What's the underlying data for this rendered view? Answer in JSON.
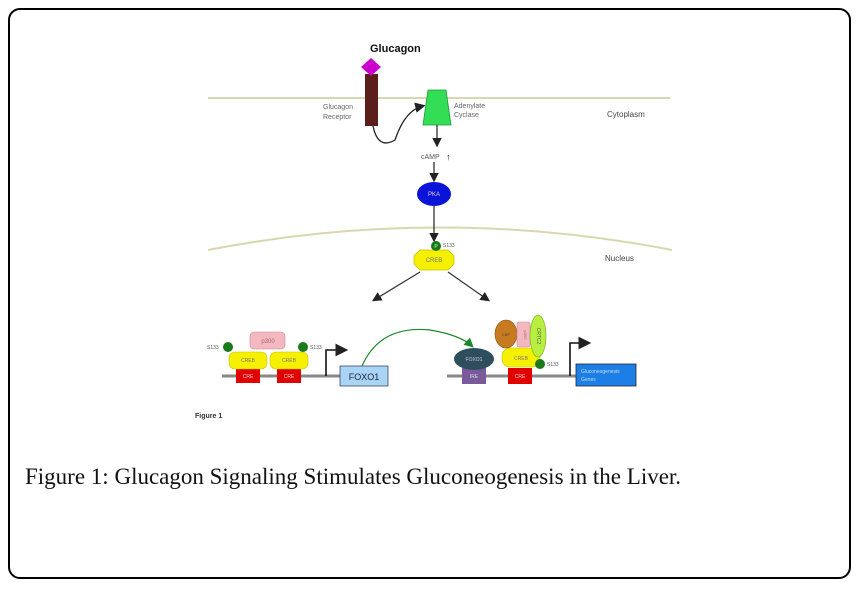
{
  "figure": {
    "labels": {
      "ligand": "Glucagon",
      "receptor_line1": "Glucagon",
      "receptor_line2": "Receptor",
      "enzyme_line1": "Adenylate",
      "enzyme_line2": "Cyclase",
      "compartment_cytoplasm": "Cytoplasm",
      "compartment_nucleus": "Nucleus",
      "second_messenger": "cAMP",
      "second_messenger_arrow": "↑",
      "kinase": "PKA",
      "creb_top": "CREB",
      "phospho": "P",
      "ser_site": "S133",
      "coactivator_p300": "p300",
      "left_creb_1": "CREB",
      "left_creb_2": "CREB",
      "cre_1": "CRE",
      "cre_2": "CRE",
      "foxo1_gene": "FOXO1",
      "foxo1_protein": "FOXO1",
      "ire": "IRE",
      "cbp": "CBP",
      "crtc2": "CRTC2",
      "right_creb": "CREB",
      "right_cre": "CRE",
      "target_gene_line1": "Gluconeogenesis",
      "target_gene_line2": "Genes",
      "inner_figure_label": "Figure 1"
    },
    "colors": {
      "ligand": "#cc00cc",
      "receptor": "#5a1f1a",
      "adenylate_cyclase": "#33dd55",
      "pka": "#0a14d8",
      "creb": "#f5f000",
      "phospho": "#1a7a1a",
      "p300": "#f4b8c0",
      "cre": "#e00000",
      "foxo1_gene": "#a9d4f5",
      "foxo1_protein": "#2e4e5e",
      "ire": "#7a5a9a",
      "cbp": "#c87a20",
      "crtc2": "#b8ee40",
      "target_gene": "#1b7fe6",
      "membrane": "#d8d8b0"
    }
  },
  "caption": {
    "label": "Figure 1:",
    "text": " Glucagon Signaling Stimulates Gluconeogenesis in the Liver."
  }
}
